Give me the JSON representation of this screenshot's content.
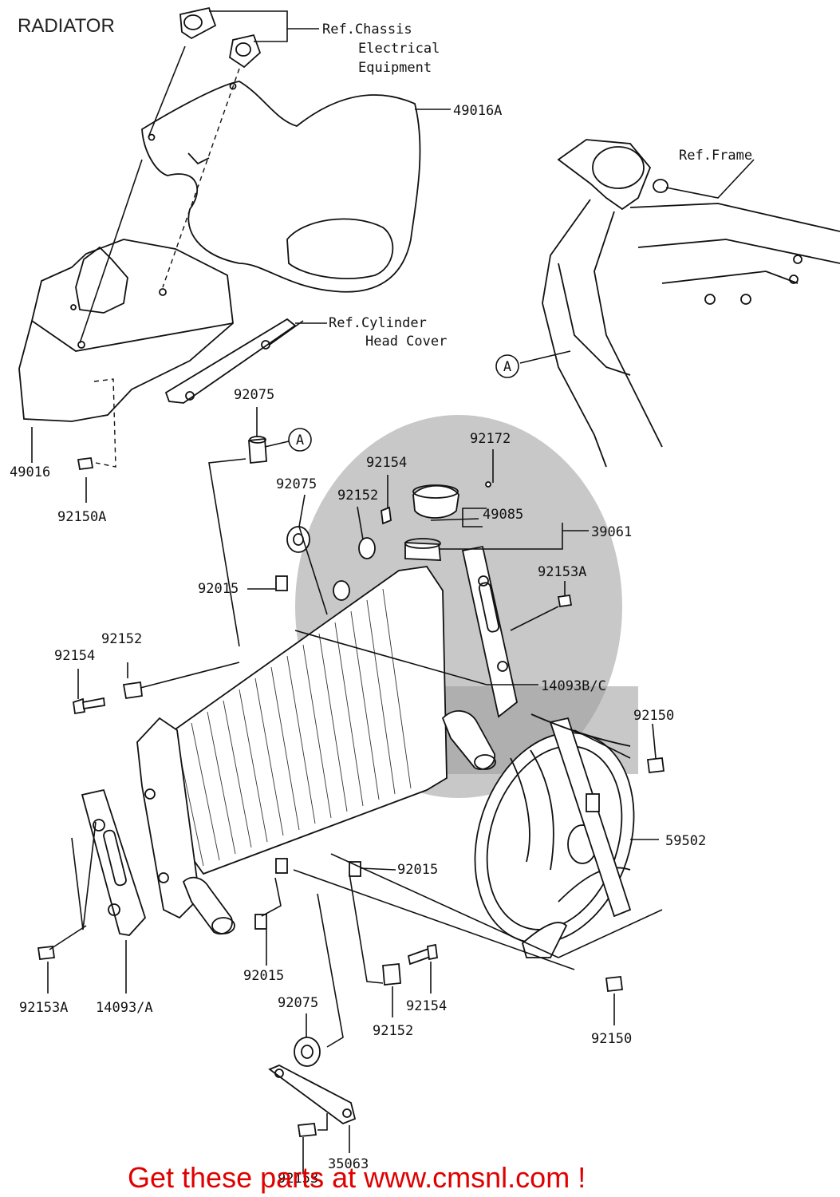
{
  "title": "RADIATOR",
  "banner": "Get these parts at www.cmsnl.com !",
  "refs": {
    "chassis": [
      "Ref.Chassis",
      "Electrical",
      "Equipment"
    ],
    "frame": "Ref.Frame",
    "cylinder": [
      "Ref.Cylinder",
      "Head Cover"
    ]
  },
  "marker": "A",
  "labels": {
    "p49016A": "49016A",
    "p49016": "49016",
    "p92150A": "92150A",
    "p92075_top": "92075",
    "p92154_upper": "92154",
    "p92172": "92172",
    "p92075_mid": "92075",
    "p92152_upper": "92152",
    "p49085": "49085",
    "p39061": "39061",
    "p92153A_right": "92153A",
    "p92015_upper": "92015",
    "p92152_left": "92152",
    "p92154_left": "92154",
    "p14093BC": "14093B/C",
    "p92150_right": "92150",
    "p59502": "59502",
    "p92015_lower": "92015",
    "p92015_bottom": "92015",
    "p92153A_left": "92153A",
    "p14093A": "14093/A",
    "p92154_bottom": "92154",
    "p92152_bottom": "92152",
    "p92150_bottom": "92150",
    "p92075_bottom": "92075",
    "p35063": "35063",
    "p92153_bottom": "92153"
  }
}
